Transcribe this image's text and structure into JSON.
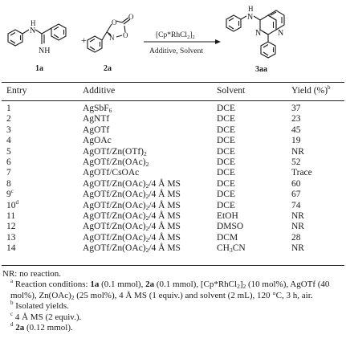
{
  "scheme": {
    "reactant1_label": "1a",
    "reactant2_label": "2a",
    "product_label": "3aa",
    "plus": "+",
    "catalyst": "[Cp*RhCl",
    "catalyst_sub": "2",
    "catalyst_close": "]",
    "catalyst_sub2": "2",
    "conditions": "Additive, Solvent",
    "atoms": {
      "nh_top": "H",
      "n_top": "N",
      "nh_bottom": "NH",
      "o1": "O",
      "o2": "O",
      "o3": "O",
      "n_ox": "N",
      "h_prod": "H",
      "n_prod": "N",
      "n_ring1": "N",
      "n_ring2": "N"
    }
  },
  "table": {
    "headers": {
      "entry": "Entry",
      "additive": "Additive",
      "solvent": "Solvent",
      "yield": "Yield (%)",
      "yield_sup": "b"
    },
    "rows": [
      {
        "entry": "1",
        "entry_sup": "",
        "additive_html": "AgSbF<sub>6</sub>",
        "solvent_html": "DCE",
        "yield": "37"
      },
      {
        "entry": "2",
        "entry_sup": "",
        "additive_html": "AgNTf",
        "solvent_html": "DCE",
        "yield": "23"
      },
      {
        "entry": "3",
        "entry_sup": "",
        "additive_html": "AgOTf",
        "solvent_html": "DCE",
        "yield": "45"
      },
      {
        "entry": "4",
        "entry_sup": "",
        "additive_html": "AgOAc",
        "solvent_html": "DCE",
        "yield": "19"
      },
      {
        "entry": "5",
        "entry_sup": "",
        "additive_html": "AgOTf/Zn(OTf)<sub>2</sub>",
        "solvent_html": "DCE",
        "yield": "NR"
      },
      {
        "entry": "6",
        "entry_sup": "",
        "additive_html": "AgOTf/Zn(OAc)<sub>2</sub>",
        "solvent_html": "DCE",
        "yield": "52"
      },
      {
        "entry": "7",
        "entry_sup": "",
        "additive_html": "AgOTf/CsOAc",
        "solvent_html": "DCE",
        "yield": "Trace"
      },
      {
        "entry": "8",
        "entry_sup": "",
        "additive_html": "AgOTf/Zn(OAc)<sub>2</sub>/4 Å MS",
        "solvent_html": "DCE",
        "yield": "60"
      },
      {
        "entry": "9",
        "entry_sup": "c",
        "additive_html": "AgOTf/Zn(OAc)<sub>2</sub>/4 Å MS",
        "solvent_html": "DCE",
        "yield": "67"
      },
      {
        "entry": "10",
        "entry_sup": "d",
        "additive_html": "AgOTf/Zn(OAc)<sub>2</sub>/4 Å MS",
        "solvent_html": "DCE",
        "yield": "74"
      },
      {
        "entry": "11",
        "entry_sup": "",
        "additive_html": "AgOTf/Zn(OAc)<sub>2</sub>/4 Å MS",
        "solvent_html": "EtOH",
        "yield": "NR"
      },
      {
        "entry": "12",
        "entry_sup": "",
        "additive_html": "AgOTf/Zn(OAc)<sub>2</sub>/4 Å MS",
        "solvent_html": "DMSO",
        "yield": "NR"
      },
      {
        "entry": "13",
        "entry_sup": "",
        "additive_html": "AgOTf/Zn(OAc)<sub>2</sub>/4 Å MS",
        "solvent_html": "DCM",
        "yield": "28"
      },
      {
        "entry": "14",
        "entry_sup": "",
        "additive_html": "AgOTf/Zn(OAc)<sub>2</sub>/4 Å MS",
        "solvent_html": "CH<sub>3</sub>CN",
        "yield": "NR"
      }
    ]
  },
  "notes": [
    {
      "id": "note-nr",
      "html": "NR: no reaction."
    },
    {
      "id": "note-a",
      "html": "<sup>a</sup> Reaction conditions: <b>1a</b> (0.1 mmol), <b>2a</b> (0.1 mmol), [Cp*RhCl<sub>2</sub>]<sub>2</sub> (10 mol%), AgOTf (40 mol%), Zn(OAc)<sub>2</sub> (25 mol%), 4 Å MS (1 equiv.) and solvent (2 mL), 120 °C, 3 h, air."
    },
    {
      "id": "note-b",
      "html": "<sup>b</sup> Isolated yields."
    },
    {
      "id": "note-c",
      "html": "<sup>c</sup> 4 Å MS (2 equiv.)."
    },
    {
      "id": "note-d",
      "html": "<sup>d</sup> <b>2a</b> (0.12 mmol)."
    }
  ]
}
